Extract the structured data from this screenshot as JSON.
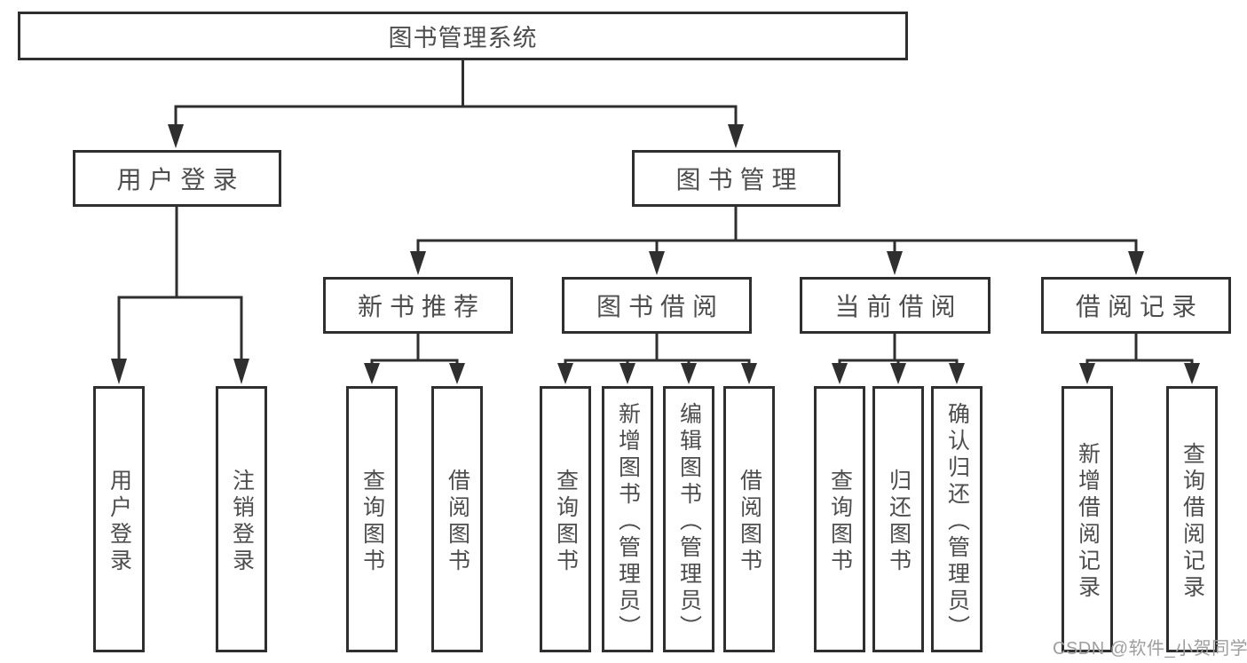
{
  "nodes": {
    "root": {
      "label": "图书管理系统"
    },
    "level2": [
      {
        "label": "用户登录",
        "parent": "图书管理系统"
      },
      {
        "label": "图书管理",
        "parent": "图书管理系统"
      }
    ],
    "level3": [
      {
        "label": "新书推荐",
        "parent": "图书管理"
      },
      {
        "label": "图书借阅",
        "parent": "图书管理"
      },
      {
        "label": "当前借阅",
        "parent": "图书管理"
      },
      {
        "label": "借阅记录",
        "parent": "图书管理"
      }
    ],
    "leaves": [
      {
        "label": "用户登录",
        "parent": "用户登录"
      },
      {
        "label": "注销登录",
        "parent": "用户登录"
      },
      {
        "label": "查询图书",
        "parent": "新书推荐"
      },
      {
        "label": "借阅图书",
        "parent": "新书推荐"
      },
      {
        "label": "查询图书",
        "parent": "图书借阅"
      },
      {
        "label": "新增图书（管理员）",
        "parent": "图书借阅"
      },
      {
        "label": "编辑图书（管理员）",
        "parent": "图书借阅"
      },
      {
        "label": "借阅图书",
        "parent": "图书借阅"
      },
      {
        "label": "查询图书",
        "parent": "当前借阅"
      },
      {
        "label": "归还图书",
        "parent": "当前借阅"
      },
      {
        "label": "确认归还（管理员）",
        "parent": "当前借阅"
      },
      {
        "label": "新增借阅记录",
        "parent": "借阅记录"
      },
      {
        "label": "查询借阅记录",
        "parent": "借阅记录"
      }
    ]
  },
  "watermark": {
    "text": "CSDN @软件_小贺同学"
  },
  "colors": {
    "line": "#2f2f2f",
    "box_border": "#2f2f2f",
    "text": "#4d4d4d",
    "watermark": "#9e9e9e",
    "background": "#ffffff"
  }
}
